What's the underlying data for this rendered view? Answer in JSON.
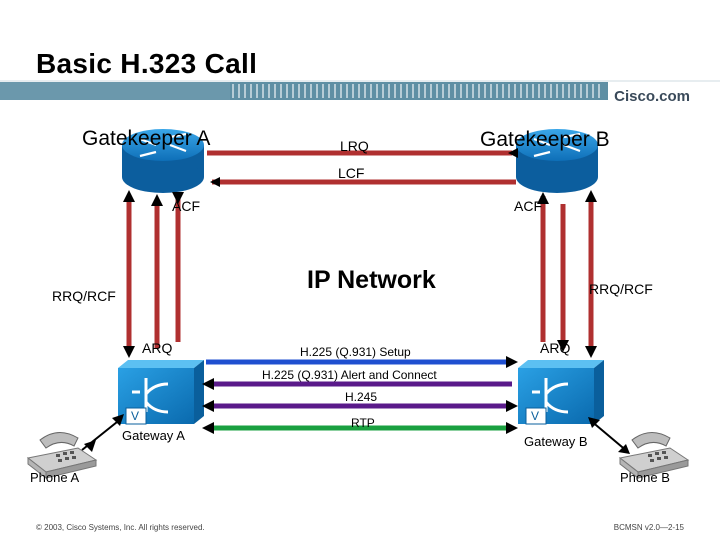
{
  "title": "Basic H.323 Call",
  "brand": "Cisco.com",
  "nodes": {
    "gatekeeper_a": "Gatekeeper A",
    "gatekeeper_b": "Gatekeeper B",
    "gateway_a": "Gateway A",
    "gateway_b": "Gateway B",
    "phone_a": "Phone A",
    "phone_b": "Phone B",
    "network": "IP Network",
    "gateway_badge": "V"
  },
  "messages": {
    "lrq": "LRQ",
    "lcf": "LCF",
    "acf_left": "ACF",
    "acf_right": "ACF",
    "rrq_left": "RRQ/RCF",
    "rrq_right": "RRQ/RCF",
    "arq_left": "ARQ",
    "arq_right": "ARQ",
    "setup": "H.225 (Q.931) Setup",
    "alert": "H.225 (Q.931) Alert and Connect",
    "h245": "H.245",
    "rtp": "RTP"
  },
  "footer": {
    "copyright": "© 2003, Cisco Systems, Inc. All rights reserved.",
    "code": "BCMSN v2.0—2-15"
  },
  "colors": {
    "red_arrow": "#b03030",
    "blue_arrow": "#1f4fd0",
    "purple_arrow": "#5a1a8a",
    "green_arrow": "#1aa040",
    "device_blue": "#1a8fd8",
    "banner": "#5a8aa0"
  }
}
